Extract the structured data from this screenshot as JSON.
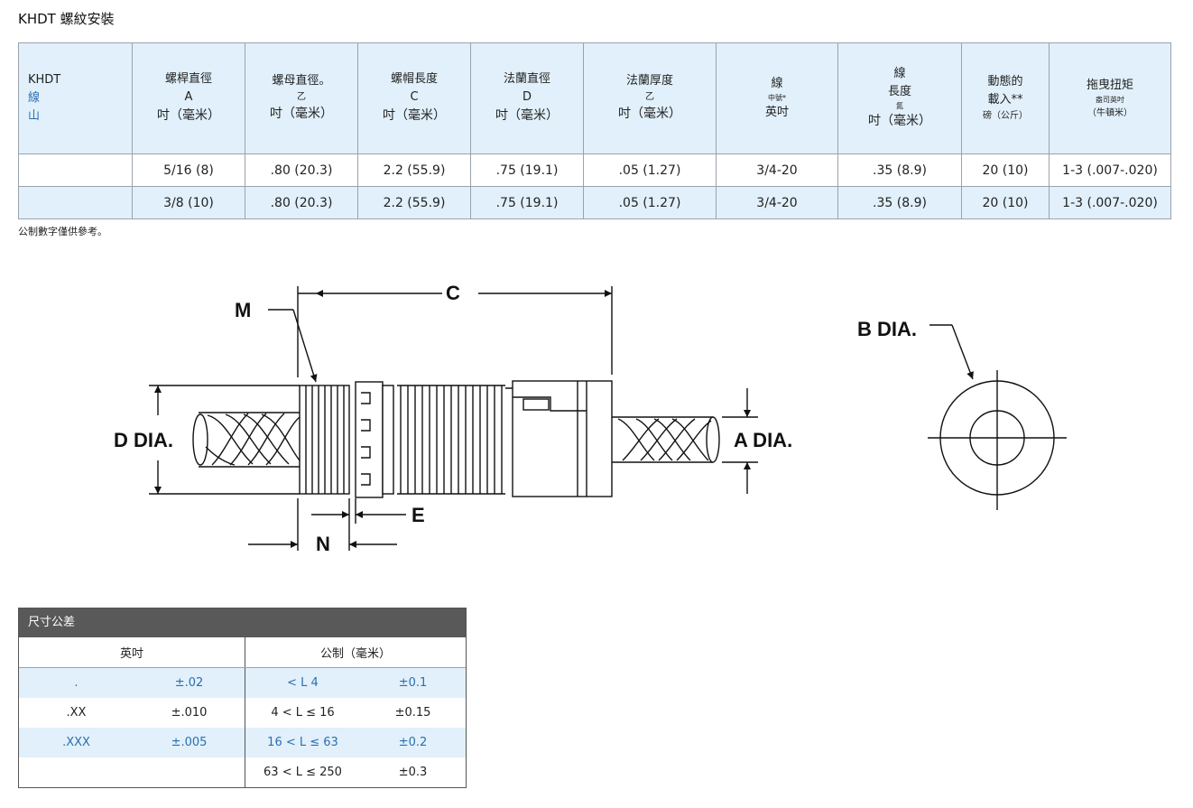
{
  "title": "KHDT 螺紋安裝",
  "spec_table": {
    "row_header": {
      "line1": "KHDT",
      "line2": "線",
      "line3": "山"
    },
    "headers": [
      {
        "l1": "螺桿直徑",
        "l2": "A",
        "l3": "吋（毫米）"
      },
      {
        "l1": "螺母直徑。",
        "l2": "乙",
        "l3": "吋（毫米）"
      },
      {
        "l1": "螺帽長度",
        "l2": "C",
        "l3": "吋（毫米）"
      },
      {
        "l1": "法蘭直徑",
        "l2": "D",
        "l3": "吋（毫米）"
      },
      {
        "l1": "法蘭厚度",
        "l2": "乙",
        "l3": "吋（毫米）"
      },
      {
        "l1": "線",
        "l2": "中號*",
        "l3": "英吋"
      },
      {
        "l1": "線",
        "l2": "長度",
        "l3": "氮",
        "l4": "吋（毫米）"
      },
      {
        "l1": "動態的",
        "l2": "載入**",
        "l3": "磅（公斤）"
      },
      {
        "l1": "拖曳扭矩",
        "l2": "盎司英吋",
        "l3": "（牛頓米）"
      }
    ],
    "rows": [
      [
        "5/16 (8)",
        ".80 (20.3)",
        "2.2 (55.9)",
        ".75 (19.1)",
        ".05 (1.27)",
        "3/4-20",
        ".35 (8.9)",
        "20 (10)",
        "1-3 (.007-.020)"
      ],
      [
        "3/8 (10)",
        ".80 (20.3)",
        "2.2 (55.9)",
        ".75 (19.1)",
        ".05 (1.27)",
        "3/4-20",
        ".35 (8.9)",
        "20 (10)",
        "1-3 (.007-.020)"
      ]
    ]
  },
  "note": "公制數字僅供參考。",
  "drawing": {
    "labels": {
      "m": "M",
      "c": "C",
      "d_dia": "D DIA.",
      "a_dia": "A DIA.",
      "e": "E",
      "n": "N",
      "b_dia": "B DIA."
    }
  },
  "tolerance": {
    "title": "尺寸公差",
    "col_inch": "英吋",
    "col_metric": "公制（毫米）",
    "rows": [
      [
        ".",
        "±.02",
        "< L 4",
        "±0.1"
      ],
      [
        ".XX",
        "±.010",
        "4 < L ≤ 16",
        "±0.15"
      ],
      [
        ".XXX",
        "±.005",
        "16 < L ≤ 63",
        "±0.2"
      ],
      [
        "",
        "",
        "63 < L ≤ 250",
        "±0.3"
      ]
    ]
  },
  "colors": {
    "header_bg": "#e1f0fa",
    "tol_header_bg": "#595959",
    "link_blue": "#2a6fb0"
  }
}
